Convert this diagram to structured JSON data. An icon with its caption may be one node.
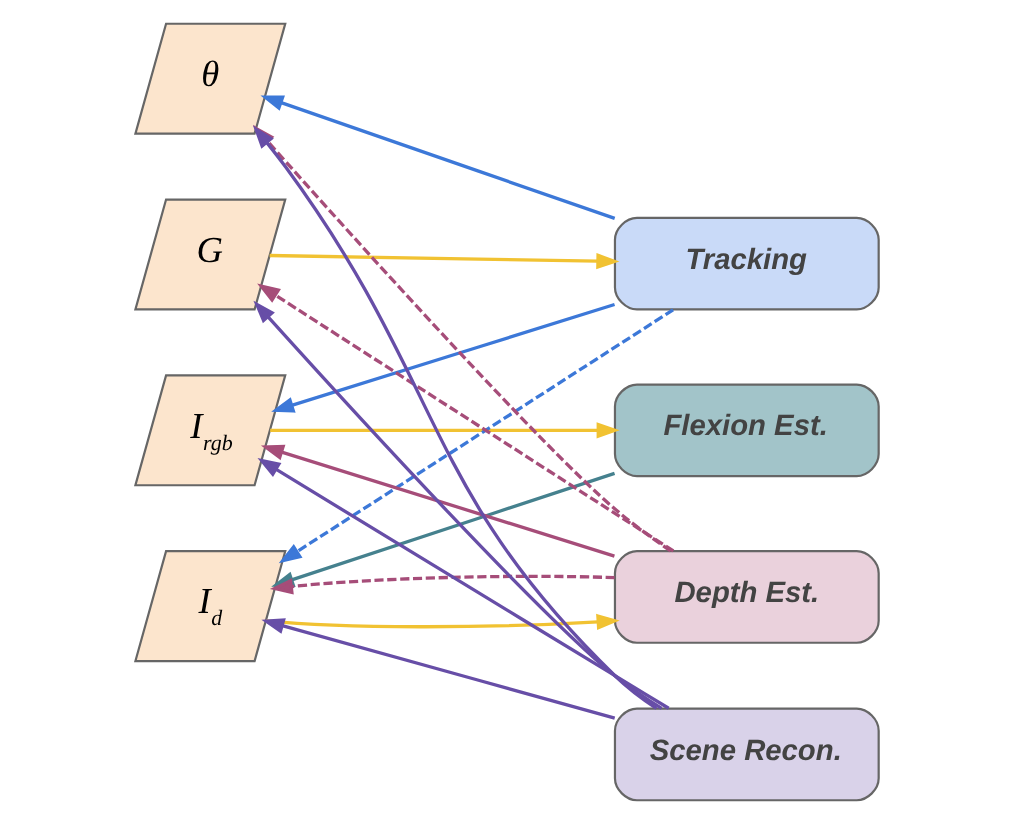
{
  "diagram": {
    "nodes": [
      {
        "text": [
          "θ"
        ]
      },
      {
        "text": [
          "G"
        ]
      },
      {
        "text": [
          "I$_{rgb}$"
        ]
      },
      {
        "text": [
          "I$_{d}$"
        ]
      },
      {
        "text": [
          "Tracking"
        ]
      },
      {
        "text": [
          "Flexion Est."
        ]
      },
      {
        "text": [
          "Depth Est."
        ]
      },
      {
        "text": [
          "Scene Recon."
        ]
      }
    ],
    "edges": [
      {
        "from": 1,
        "to": 4,
        "arrow": "to",
        "color": "#f1c232"
      },
      {
        "from": 2,
        "to": 5,
        "arrow": "to",
        "color": "#f1c232"
      },
      {
        "from": 3,
        "to": 6,
        "arrow": "to",
        "color": "#f1c232"
      },
      {
        "from": 4,
        "to": 0,
        "arrow": "to",
        "color": "#3c78d8"
      },
      {
        "from": 4,
        "to": 2,
        "arrow": "to",
        "color": "#3c78d8"
      },
      {
        "from": 4,
        "to": 3,
        "arrow": "to",
        "style": "dashed",
        "color": "#3c78d8"
      },
      {
        "from": 5,
        "to": 3,
        "arrow": "to",
        "color": "#45818e"
      },
      {
        "from": 6,
        "to": 0,
        "arrow": "to",
        "style": "dashed",
        "color": "#a64d79"
      },
      {
        "from": 6,
        "to": 1,
        "arrow": "to",
        "style": "dashed",
        "color": "#a64d79"
      },
      {
        "from": 6,
        "to": 2,
        "arrow": "to",
        "color": "#a64d79"
      },
      {
        "from": 6,
        "to": 3,
        "arrow": "to",
        "style": "dashed",
        "color": "#a64d79"
      },
      {
        "from": 7,
        "to": 0,
        "arrow": "to",
        "color": "#674ea7"
      },
      {
        "from": 7,
        "to": 1,
        "arrow": "to",
        "color": "#674ea7"
      },
      {
        "from": 7,
        "to": 2,
        "arrow": "to",
        "color": "#674ea7"
      },
      {
        "from": 7,
        "to": 3,
        "arrow": "to",
        "color": "#674ea7"
      }
    ]
  }
}
